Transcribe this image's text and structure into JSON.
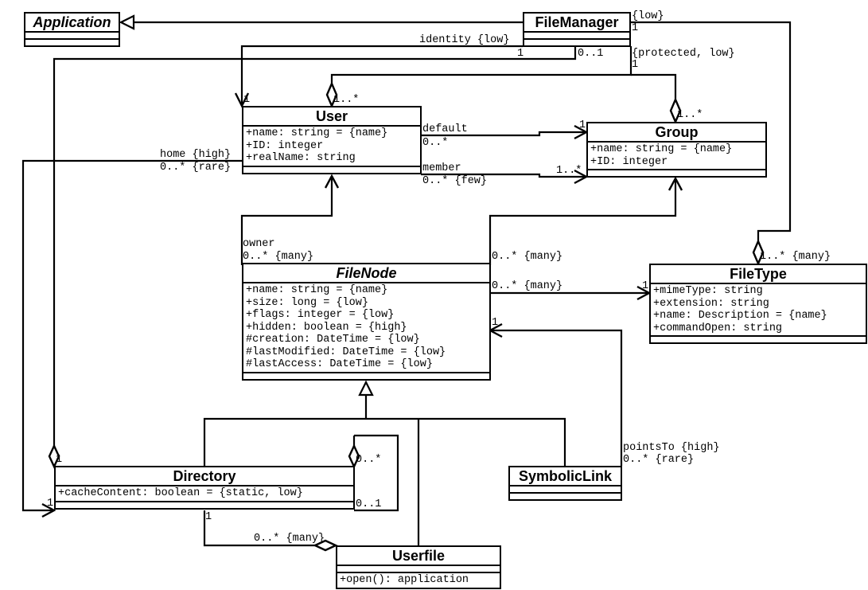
{
  "diagram": {
    "type": "UML class diagram",
    "classes": {
      "application": {
        "name": "Application",
        "abstract": true,
        "attributes": [],
        "operations": []
      },
      "filemanager": {
        "name": "FileManager",
        "abstract": false,
        "attributes": [],
        "operations": []
      },
      "user": {
        "name": "User",
        "abstract": false,
        "attributes": [
          "+name: string = {name}",
          "+ID: integer",
          "+realName: string"
        ],
        "operations": []
      },
      "group": {
        "name": "Group",
        "abstract": false,
        "attributes": [
          "+name: string = {name}",
          "+ID: integer"
        ],
        "operations": []
      },
      "filenode": {
        "name": "FileNode",
        "abstract": true,
        "attributes": [
          "+name: string = {name}",
          "+size: long = {low}",
          "+flags: integer = {low}",
          "+hidden: boolean = {high}",
          "#creation: DateTime = {low}",
          "#lastModified: DateTime = {low}",
          "#lastAccess: DateTime = {low}"
        ],
        "operations": []
      },
      "filetype": {
        "name": "FileType",
        "abstract": false,
        "attributes": [
          "+mimeType: string",
          "+extension: string",
          "+name: Description = {name}",
          "+commandOpen: string"
        ],
        "operations": []
      },
      "directory": {
        "name": "Directory",
        "abstract": false,
        "attributes": [
          "+cacheContent: boolean = {static, low}"
        ],
        "operations": []
      },
      "symboliclink": {
        "name": "SymbolicLink",
        "abstract": false,
        "attributes": [],
        "operations": []
      },
      "userfile": {
        "name": "Userfile",
        "abstract": false,
        "attributes": [],
        "operations": [
          "+open(): application"
        ]
      }
    },
    "labels": {
      "fm_low": "{low}",
      "fm_low_mult": "1",
      "fm_identity": "identity {low}",
      "fm_identity_mult": "1",
      "fm_dir_mult": "0..1",
      "fm_protected": "{protected, low}",
      "fm_protected_mult": "1",
      "user_top_mult": "1",
      "user_agg_mult": "1..*",
      "group_agg_mult": "1..*",
      "user_default_role": "default",
      "user_default_mult": "0..*",
      "group_default_mult": "1",
      "user_member_role": "member",
      "user_member_mult": "0..* {few}",
      "group_member_mult": "1..*",
      "user_home_role": "home {high}",
      "user_home_mult": "0..* {rare}",
      "fn_owner_role": "owner",
      "fn_owner_mult": "0..* {many}",
      "fn_group_mult": "0..* {many}",
      "fn_type_mult": "0..* {many}",
      "ft_mult": "1",
      "ft_agg_mult": "1..* {many}",
      "fn_points_mult": "1",
      "sl_points_role": "pointsTo {high}",
      "sl_points_mult": "0..* {rare}",
      "dir_fm_mult": "1",
      "dir_home_mult": "1",
      "dir_self_many": "0..*",
      "dir_self_one": "0..1",
      "dir_userfile_mult": "1",
      "userfile_dir_mult": "0..* {many}"
    }
  }
}
